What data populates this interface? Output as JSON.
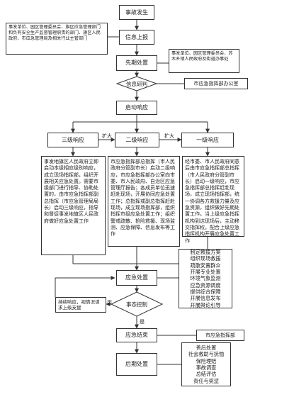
{
  "nodes": {
    "incident": "事故发生",
    "report": "信息上报",
    "report_note": "事发单位、园区管理委员会、旗区应急管理部门和负有安全生产监督管理职责的部门、旗区人民政府、市应急管理局及相关行业主管部门",
    "initial": "先期处置",
    "initial_note": "事发单位、园区管理委员会、苏木乡镇人民政府及街道办事处",
    "assess": "信息研判",
    "assess_note": "市应急指挥部办公室",
    "activate": "启动响应",
    "level3": "三级响应",
    "level2": "二级响应",
    "level1": "一级响应",
    "escalate": "扩大",
    "level3_body": "事发地旗区人民政府立即启动本级相应级别响应，成立现场指挥部，组织开展相关应急处置。需要市级部门进行指导、协助处置的，由市应急指挥部副总指挥（市应急管理局局长）启动三级响应，指导和督促事发地旗区人民政府做好应急处置工作",
    "level2_body": "市应急指挥部总指挥（市人民政府分管副市长）启动二级响应，市应急指挥部办公室向市委、市人民政府、自治区应急管理厅报告；各成员单位迅速赶赴现场，开展协同应急处置工作；总指挥或副总指挥赶赴现场，成立现场指挥部，组织指挥市级应急处置工作；组织警戒疏散、抢险救援、现场监测、应急保障、信息发布等工作",
    "level1_body": "经市委、市人民政府同意后由市应急指挥部总指挥（市人民政府分管副市长）启动一级响应，市应急指挥部总指挥赶赴现场，成立现场指挥部，统一协调各方救援力量及应急资源，组织做好先期处置工作。当上级应急指挥机构到达现场后，主动移交指挥权，配合上级应急指挥机构开展应急处置工作",
    "response": "应急处置",
    "response_tasks": [
      "制定救援方案",
      "组织现场救援",
      "疏散安置群众",
      "开展专业处置",
      "环境气象监测",
      "应急资源调度",
      "提供综合保障",
      "开展信息发布",
      "开展舆论引导"
    ],
    "control": "事态控制",
    "no_label": "否",
    "yes_label": "是",
    "continue_note": "持续响应，视情况请求上级支援",
    "end": "应急结束",
    "end_note": "市应急指挥部",
    "post": "后期处置",
    "post_tasks": [
      "善后处置",
      "社会救助与抚恤",
      "保险理赔",
      "事故调查",
      "总结评估",
      "责任与奖惩"
    ]
  }
}
